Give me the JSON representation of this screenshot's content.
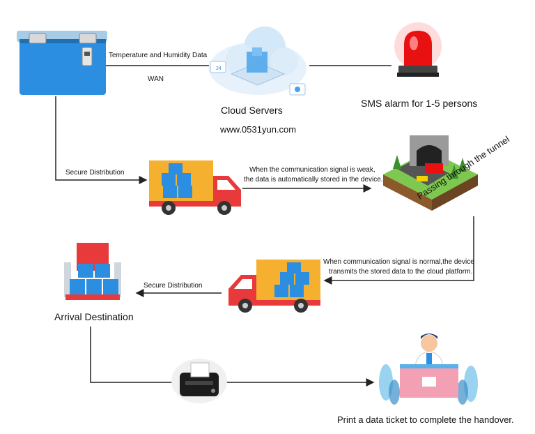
{
  "labels": {
    "temp_humidity": "Temperature and Humidity Data",
    "wan": "WAN",
    "cloud_servers": "Cloud Servers",
    "website": "www.0531yun.com",
    "sms_alarm": "SMS alarm for 1-5 persons",
    "secure_distribution_1": "Secure Distribution",
    "weak_signal_line1": "When the communication signal is weak,",
    "weak_signal_line2": "the data is automatically stored in the device.",
    "tunnel": "Passing through the tunnel",
    "normal_signal_line1": "When communication signal is normal,the device",
    "normal_signal_line2": "transmits the stored data to the cloud platform.",
    "secure_distribution_2": "Secure Distribution",
    "arrival": "Arrival Destination",
    "print_ticket": "Print a data ticket to complete the handover."
  },
  "icons": {
    "cooler_box": "cooler-box-icon",
    "cloud": "cloud-server-icon",
    "alarm": "red-alarm-light-icon",
    "truck_right": "delivery-truck-icon",
    "tunnel": "tunnel-scene-icon",
    "truck_left": "delivery-truck-icon",
    "destination": "stacked-boxes-icon",
    "printer": "ticket-printer-icon",
    "handover": "reception-desk-person-icon"
  },
  "colors": {
    "cooler_blue": "#2b8ee0",
    "truck_orange": "#f5b030",
    "truck_red": "#e83a3a",
    "alarm_red": "#e81010",
    "line": "#222222"
  }
}
